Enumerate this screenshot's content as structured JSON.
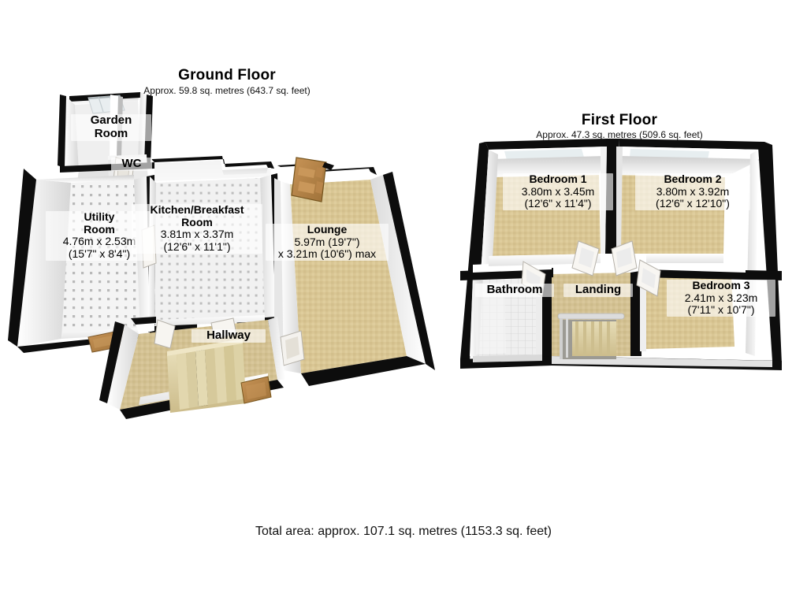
{
  "page": {
    "total_area": "Total area: approx. 107.1 sq. metres (1153.3 sq. feet)"
  },
  "floors": [
    {
      "id": "ground-floor",
      "title": "Ground Floor",
      "subtitle": "Approx. 59.8 sq. metres (643.7 sq. feet)",
      "rooms": [
        {
          "id": "garden-room",
          "name": "Garden",
          "name2": "Room",
          "dim_m": "",
          "dim_ft": ""
        },
        {
          "id": "wc",
          "name": "WC",
          "name2": "",
          "dim_m": "",
          "dim_ft": ""
        },
        {
          "id": "utility-room",
          "name": "Utility",
          "name2": "Room",
          "dim_m": "4.76m x 2.53m",
          "dim_ft": "(15'7\" x 8'4\")"
        },
        {
          "id": "kitchen-breakfast-room",
          "name": "Kitchen/Breakfast",
          "name2": "Room",
          "dim_m": "3.81m x 3.37m",
          "dim_ft": "(12'6\" x 11'1\")"
        },
        {
          "id": "lounge",
          "name": "Lounge",
          "name2": "",
          "dim_m": "5.97m (19'7\")",
          "dim_ft": "x 3.21m (10'6\") max"
        },
        {
          "id": "hallway",
          "name": "Hallway",
          "name2": "",
          "dim_m": "",
          "dim_ft": ""
        }
      ]
    },
    {
      "id": "first-floor",
      "title": "First Floor",
      "subtitle": "Approx. 47.3 sq. metres (509.6 sq. feet)",
      "rooms": [
        {
          "id": "bedroom-1",
          "name": "Bedroom 1",
          "name2": "",
          "dim_m": "3.80m x 3.45m",
          "dim_ft": "(12'6\" x 11'4\")"
        },
        {
          "id": "bedroom-2",
          "name": "Bedroom 2",
          "name2": "",
          "dim_m": "3.80m x 3.92m",
          "dim_ft": "(12'6\" x 12'10\")"
        },
        {
          "id": "bedroom-3",
          "name": "Bedroom 3",
          "name2": "",
          "dim_m": "2.41m x 3.23m",
          "dim_ft": "(7'11\" x 10'7\")"
        },
        {
          "id": "bathroom",
          "name": "Bathroom",
          "name2": "",
          "dim_m": "",
          "dim_ft": ""
        },
        {
          "id": "landing",
          "name": "Landing",
          "name2": "",
          "dim_m": "",
          "dim_ft": ""
        }
      ]
    }
  ],
  "colors": {
    "wall_outline": "#0d0d0d",
    "wall_face_light": "#ffffff",
    "wall_face_shade": "#d8d8d8",
    "carpet_beige": "#d9c694",
    "carpet_beige_dark": "#c9b484",
    "tile_white": "#f2f2f2",
    "floor_grey": "#e9e9e9",
    "door_wood": "#b8864b",
    "stair_beige": "#dccfa4"
  }
}
